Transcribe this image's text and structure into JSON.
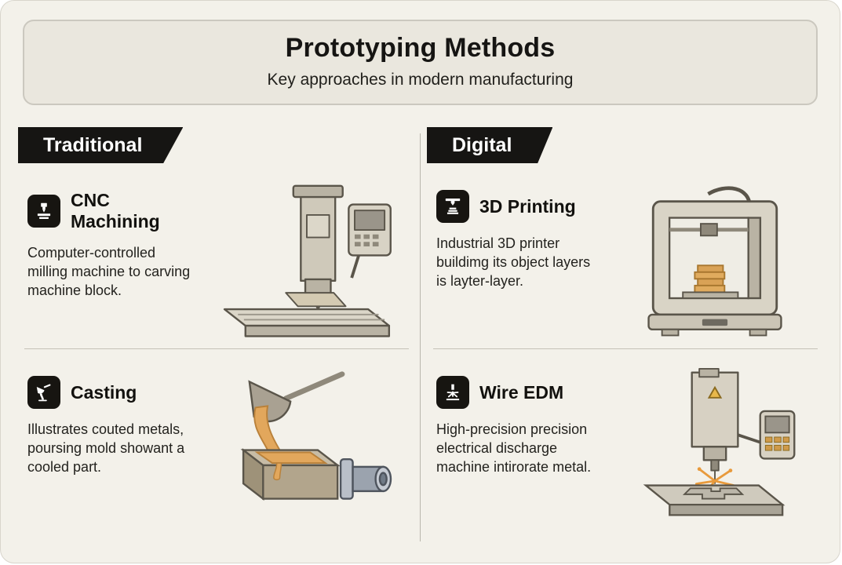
{
  "header": {
    "title": "Prototyping Methods",
    "subtitle": "Key approaches in modern manufacturing"
  },
  "columns": [
    {
      "banner": "Traditional",
      "sections": [
        {
          "icon": "milling-machine-icon",
          "title": "CNC Machining",
          "description": "Computer-controlled milling machine to carving machine block.",
          "illustration": "cnc-milling-machine"
        },
        {
          "icon": "casting-ladle-icon",
          "title": "Casting",
          "description": "Illustrates couted metals, poursing mold showant a cooled part.",
          "illustration": "molten-metal-casting"
        }
      ]
    },
    {
      "banner": "Digital",
      "sections": [
        {
          "icon": "printer-3d-icon",
          "title": "3D Printing",
          "description": "Industrial 3D printer buildimg its object layers is layter-layer.",
          "illustration": "industrial-3d-printer"
        },
        {
          "icon": "spark-erosion-icon",
          "title": "Wire EDM",
          "description": "High-precision precision electrical discharge machine intirorate metal.",
          "illustration": "wire-edm-machine"
        }
      ]
    }
  ],
  "colors": {
    "card_background": "#f3f1ea",
    "header_background": "#eae7de",
    "banner_black": "#161513",
    "molten_metal_orange": "#e2a75c",
    "machine_beige": "#d8d3c5",
    "cast_part_gray": "#9ba3ae",
    "spark_orange": "#e89a3c"
  }
}
